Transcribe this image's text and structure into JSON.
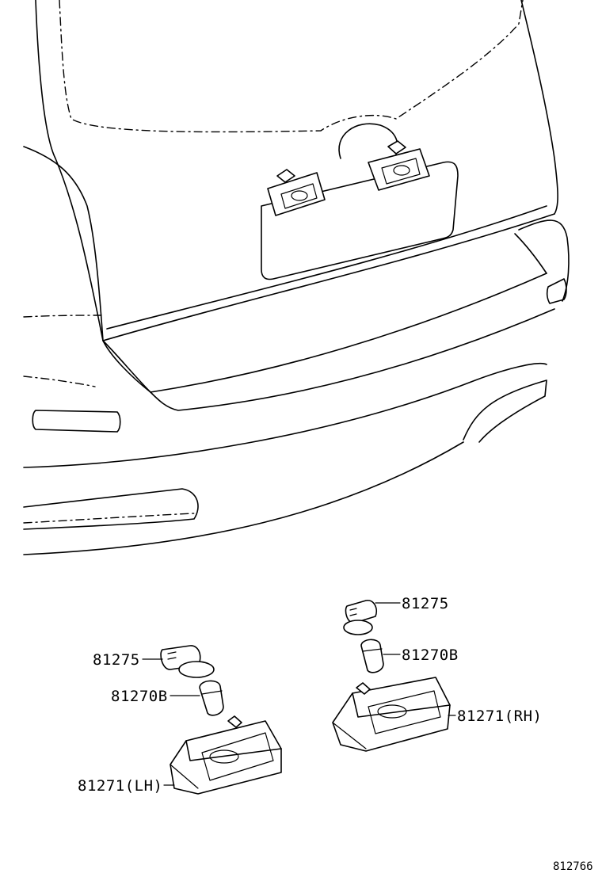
{
  "diagram": {
    "callouts": {
      "socket_rh": "81275",
      "bulb_rh": "81270B",
      "lamp_rh": "81271(RH)",
      "socket_lh": "81275",
      "bulb_lh": "81270B",
      "lamp_lh": "81271(LH)"
    },
    "figure_code": "812766"
  }
}
